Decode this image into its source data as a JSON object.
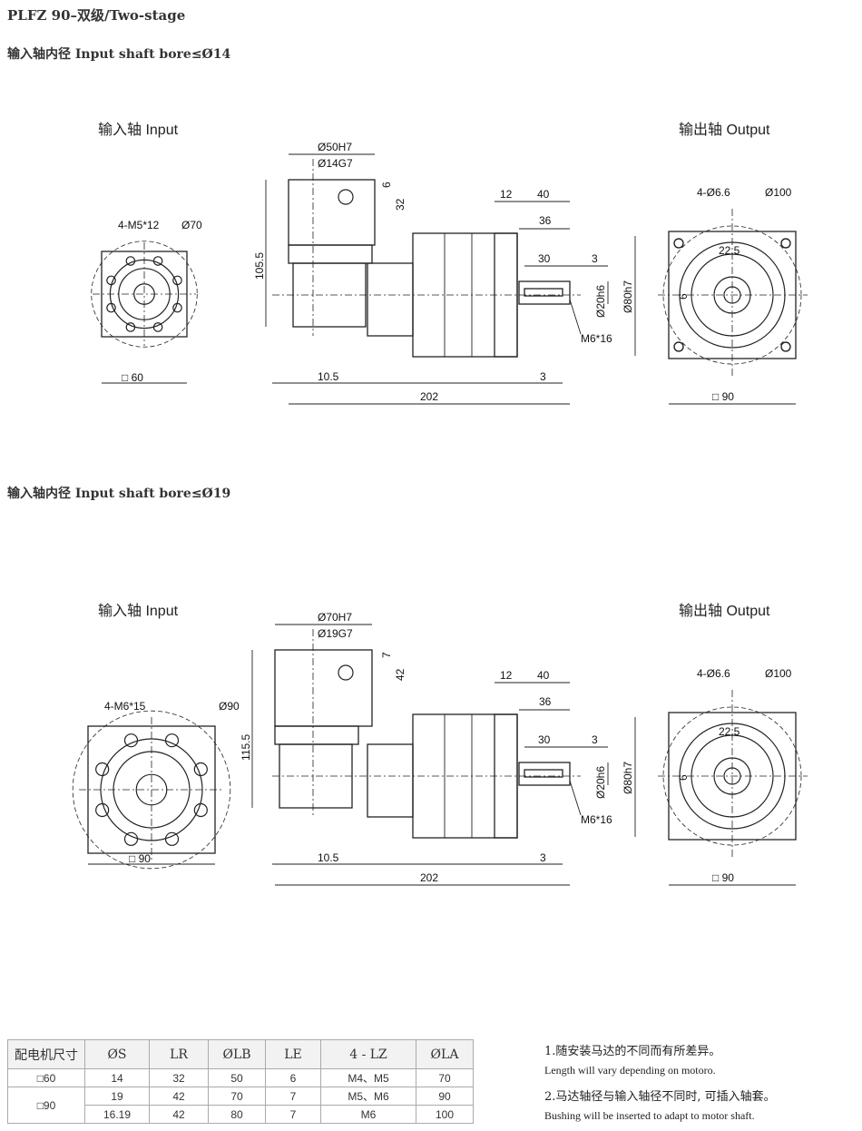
{
  "title": "PLFZ 90–双级/Two-stage",
  "sections": [
    "输入轴内径 Input shaft bore≤Ø14",
    "输入轴内径 Input shaft bore≤Ø19"
  ],
  "drawings": [
    {
      "input_label": "输入轴  Input",
      "output_label": "输出轴  Output",
      "in_holes": "4-M5*12",
      "in_dia": "Ø70",
      "in_square": "□ 60",
      "bore": "Ø50H7",
      "shaft": "Ø14G7",
      "d6": "6",
      "d32": "32",
      "height": "105.5",
      "d12": "12",
      "d40": "40",
      "d36": "36",
      "d30": "30",
      "d3a": "3",
      "d20": "Ø20h6",
      "d80": "Ø80h7",
      "m6": "M6*16",
      "d105": "10.5",
      "d3b": "3",
      "len": "202",
      "out_holes": "4-Ø6.6",
      "out_dia": "Ø100",
      "d225": "22.5",
      "d6b": "6",
      "out_square": "□ 90"
    },
    {
      "input_label": "输入轴  Input",
      "output_label": "输出轴  Output",
      "in_holes": "4-M6*15",
      "in_dia": "Ø90",
      "in_square": "□ 90",
      "bore": "Ø70H7",
      "shaft": "Ø19G7",
      "d6": "7",
      "d32": "42",
      "height": "115.5",
      "d12": "12",
      "d40": "40",
      "d36": "36",
      "d30": "30",
      "d3a": "3",
      "d20": "Ø20h6",
      "d80": "Ø80h7",
      "m6": "M6*16",
      "d105": "10.5",
      "d3b": "3",
      "len": "202",
      "out_holes": "4-Ø6.6",
      "out_dia": "Ø100",
      "d225": "22.5",
      "d6b": "6",
      "out_square": "□ 90"
    }
  ],
  "table": {
    "headers": [
      "配电机尺寸",
      "ØS",
      "LR",
      "ØLB",
      "LE",
      "4 - LZ",
      "ØLA"
    ],
    "rows": [
      [
        "□60",
        "14",
        "32",
        "50",
        "6",
        "M4、M5",
        "70"
      ],
      [
        "□90",
        "19",
        "42",
        "70",
        "7",
        "M5、M6",
        "90"
      ],
      [
        "",
        "16.19",
        "42",
        "80",
        "7",
        "M6",
        "100"
      ]
    ]
  },
  "notes": [
    "1.随安装马达的不同而有所差异。",
    "Length will vary depending on motoro.",
    "2.马达轴径与输入轴径不同时, 可插入轴套。",
    "Bushing will be inserted to adapt to motor shaft."
  ]
}
